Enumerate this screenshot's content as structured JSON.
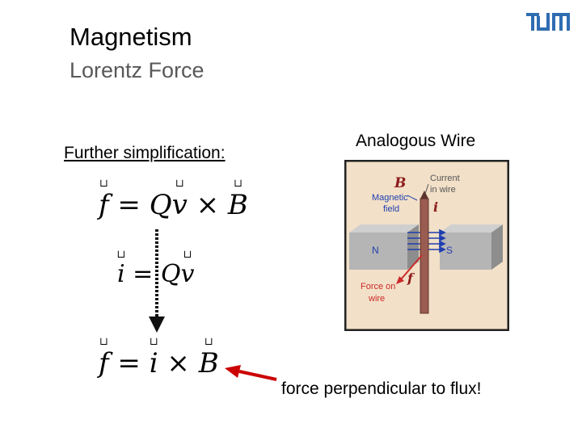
{
  "header": {
    "title": "Magnetism",
    "subtitle": "Lorentz Force"
  },
  "left": {
    "heading": "Further simplification:",
    "eq1": {
      "lhs": "f",
      "eq": " = ",
      "q": "Q",
      "v": "v",
      "op": " × ",
      "b": "B"
    },
    "eq2": {
      "lhs": "i",
      "eq": " = ",
      "q": "Q",
      "v": "v"
    },
    "eq3": {
      "lhs": "f",
      "eq": " = ",
      "i": "i",
      "op": " × ",
      "b": "B"
    }
  },
  "right": {
    "heading": "Analogous Wire",
    "diagram": {
      "b_label": "B",
      "i_label": "i",
      "f_label": "f",
      "magnetic_field": [
        "Magnetic",
        "field"
      ],
      "current": [
        "Current",
        "in wire"
      ],
      "force": [
        "Force on",
        "wire"
      ],
      "n": "N",
      "s": "S"
    },
    "note": "force perpendicular to flux!"
  },
  "colors": {
    "title": "#000000",
    "subtitle": "#595959",
    "arrow_red": "#cc0000",
    "field_arrow": "#1f3fb0",
    "diagram_bg": "#f2e0c8",
    "diagram_border": "#222222",
    "logo": "#2f6db2"
  },
  "icons": [
    "tum-logo-icon",
    "down-arrow-icon",
    "pointer-arrow-icon"
  ]
}
